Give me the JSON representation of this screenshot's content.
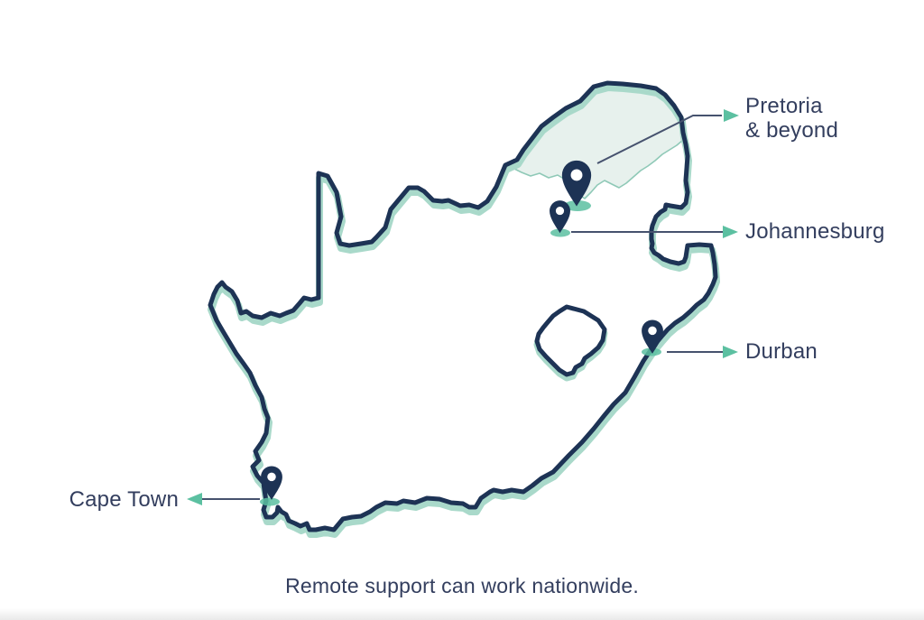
{
  "labels": {
    "pretoria_line1": "Pretoria",
    "pretoria_line2": "& beyond",
    "johannesburg": "Johannesburg",
    "durban": "Durban",
    "cape_town": "Cape Town"
  },
  "caption": "Remote support can work nationwide.",
  "icons": {
    "pin": "location-pin-icon",
    "arrow": "arrow-head-icon"
  },
  "colors": {
    "navy": "#1d3355",
    "text": "#333e5e",
    "teal_accent": "#5cc0a1",
    "teal_shadow": "#a9d9ca",
    "region_fill": "#e7f1ed",
    "region_border": "#8fc9b7",
    "background": "#ffffff"
  }
}
